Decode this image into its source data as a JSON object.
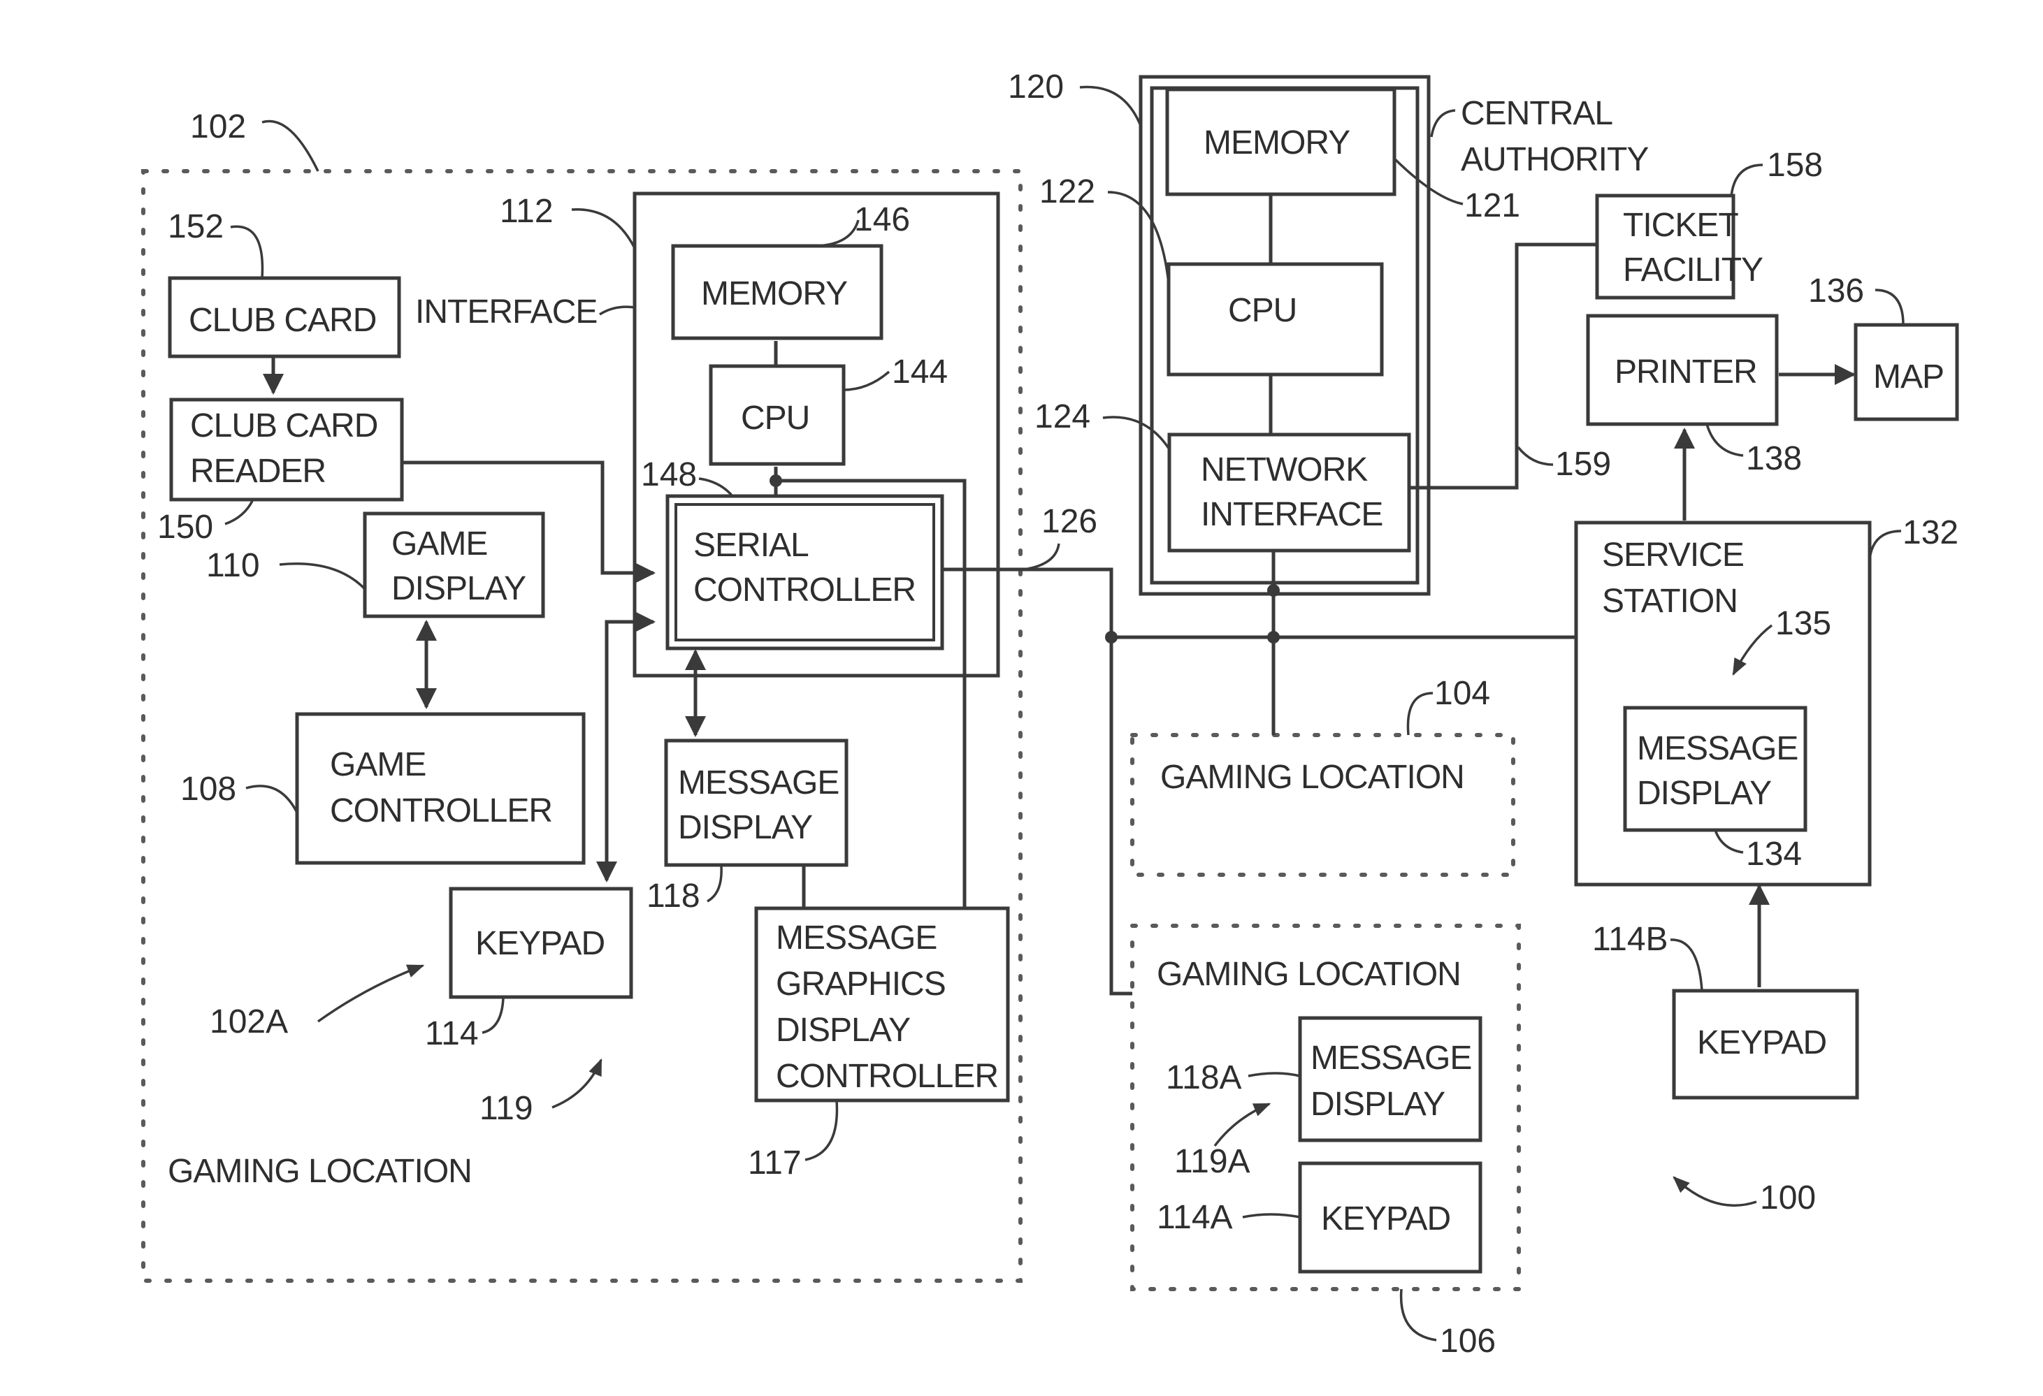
{
  "figure_ref": "100",
  "regions": {
    "gaming_location_main": {
      "ref": "102",
      "label": "GAMING LOCATION"
    },
    "gaming_location_104": {
      "ref": "104",
      "label": "GAMING LOCATION"
    },
    "gaming_location_106": {
      "ref": "106",
      "label": "GAMING LOCATION"
    }
  },
  "interface": {
    "ref": "112",
    "label": "INTERFACE"
  },
  "central_authority": {
    "ref": "120",
    "label_line1": "CENTRAL",
    "label_line2": "AUTHORITY"
  },
  "blocks": {
    "club_card": {
      "ref": "152",
      "lines": [
        "CLUB CARD"
      ]
    },
    "club_card_reader": {
      "ref": "150",
      "lines": [
        "CLUB CARD",
        "READER"
      ]
    },
    "game_display": {
      "ref": "110",
      "lines": [
        "GAME",
        "DISPLAY"
      ]
    },
    "game_controller": {
      "ref": "108",
      "lines": [
        "GAME",
        "CONTROLLER"
      ]
    },
    "keypad_114": {
      "ref": "114",
      "lines": [
        "KEYPAD"
      ]
    },
    "interface_memory": {
      "ref": "146",
      "lines": [
        "MEMORY"
      ]
    },
    "interface_cpu": {
      "ref": "144",
      "lines": [
        "CPU"
      ]
    },
    "serial_controller": {
      "ref": "148",
      "lines": [
        "SERIAL",
        "CONTROLLER"
      ]
    },
    "message_display_118": {
      "ref": "118",
      "lines": [
        "MESSAGE",
        "DISPLAY"
      ]
    },
    "msg_graphics_controller": {
      "ref": "117",
      "lines": [
        "MESSAGE",
        "GRAPHICS",
        "DISPLAY",
        "CONTROLLER"
      ]
    },
    "central_memory": {
      "ref": "121",
      "lines": [
        "MEMORY"
      ]
    },
    "central_cpu": {
      "ref": "122",
      "lines": [
        "CPU"
      ]
    },
    "network_interface": {
      "ref": "124",
      "lines": [
        "NETWORK",
        "INTERFACE"
      ]
    },
    "ticket_facility": {
      "ref": "158",
      "lines": [
        "TICKET",
        "FACILITY"
      ]
    },
    "printer": {
      "ref": "138",
      "lines": [
        "PRINTER"
      ]
    },
    "map": {
      "ref": "136",
      "lines": [
        "MAP"
      ]
    },
    "service_station": {
      "ref": "132",
      "lines": [
        "SERVICE",
        "STATION"
      ]
    },
    "message_display_134": {
      "ref": "134",
      "lines": [
        "MESSAGE",
        "DISPLAY"
      ]
    },
    "keypad_114b": {
      "ref": "114B",
      "lines": [
        "KEYPAD"
      ]
    },
    "message_display_118a": {
      "ref": "118A",
      "lines": [
        "MESSAGE",
        "DISPLAY"
      ]
    },
    "keypad_114a": {
      "ref": "114A",
      "lines": [
        "KEYPAD"
      ]
    }
  },
  "references": {
    "network_line": "126",
    "ticket_link": "159",
    "pointer_102a": "102A",
    "pointer_119": "119",
    "pointer_119a": "119A",
    "pointer_135": "135"
  },
  "colors": {
    "ink": "#3a3a3a",
    "background": "#ffffff"
  }
}
